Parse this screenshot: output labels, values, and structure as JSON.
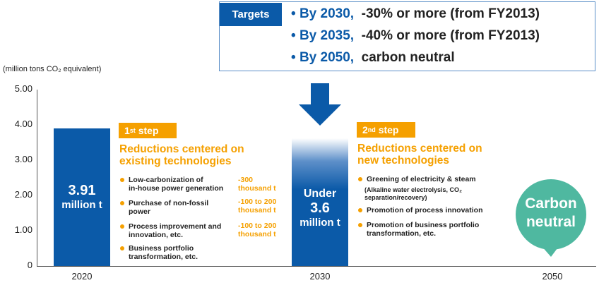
{
  "targets": {
    "label": "Targets",
    "rows": [
      {
        "year": "By 2030,",
        "text": "-30% or more (from FY2013)"
      },
      {
        "year": "By 2035,",
        "text": "-40% or more (from FY2013)"
      },
      {
        "year": "By 2050,",
        "text": "carbon neutral"
      }
    ]
  },
  "axis": {
    "unit": "(million tons CO₂ equivalent)",
    "ticks": [
      "5.00",
      "4.00",
      "3.00",
      "2.00",
      "1.00",
      "0"
    ],
    "years": [
      "2020",
      "2030",
      "2050"
    ]
  },
  "bars": [
    {
      "year": "2020",
      "value": 3.91,
      "line1": "3.91",
      "line2": "million t"
    },
    {
      "year": "2030",
      "value": 3.6,
      "line0": "Under",
      "line1": "3.6",
      "line2": "million t"
    }
  ],
  "step1": {
    "num": "1",
    "sup": "st",
    "word": "step",
    "head1": "Reductions centered on",
    "head2": "existing technologies",
    "items": [
      {
        "l1": "Low-carbonization of",
        "l2": "in-house power generation",
        "a1": "-300",
        "a2": "thousand t"
      },
      {
        "l1": "Purchase of non-fossil",
        "l2": "power",
        "a1": "-100 to 200",
        "a2": "thousand t"
      },
      {
        "l1": "Process improvement and",
        "l2": "innovation, etc.",
        "a1": "-100 to 200",
        "a2": "thousand t"
      },
      {
        "l1": "Business portfolio",
        "l2": "transformation, etc."
      }
    ]
  },
  "step2": {
    "num": "2",
    "sup": "nd",
    "word": "step",
    "head1": "Reductions centered on",
    "head2": "new technologies",
    "items": [
      {
        "l1": "Greening of electricity & steam",
        "s1": "(Alkaline water electrolysis, CO₂",
        "s2": "separation/recovery)"
      },
      {
        "l1": "Promotion of process innovation"
      },
      {
        "l1": "Promotion of business portfolio",
        "l2": "transformation, etc."
      }
    ]
  },
  "bubble": {
    "l1": "Carbon",
    "l2": "neutral"
  },
  "colors": {
    "blue": "#0b5aa8",
    "orange": "#f5a000",
    "teal": "#4fb8a0"
  }
}
